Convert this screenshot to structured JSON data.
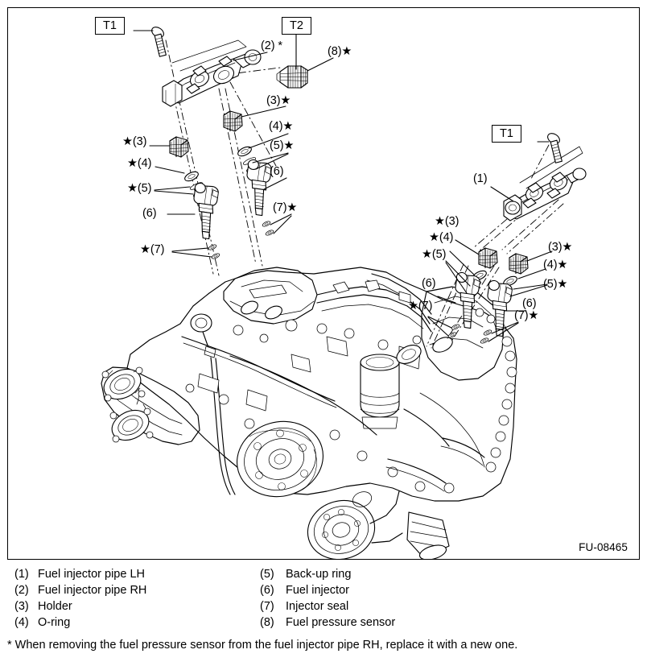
{
  "figure": {
    "id": "FU-08465",
    "toolboxes": [
      {
        "label": "T1",
        "name": "toolbox-t1-left"
      },
      {
        "label": "T2",
        "name": "toolbox-t2"
      },
      {
        "label": "T1",
        "name": "toolbox-t1-right"
      }
    ],
    "callouts": [
      {
        "id": "c2",
        "text": "(2) *",
        "name": "callout-2-fuel-injector-pipe-rh"
      },
      {
        "id": "c8",
        "text": "(8)★",
        "name": "callout-8-fuel-pressure-sensor"
      },
      {
        "id": "c3a",
        "text": "(3)★",
        "name": "callout-3-holder-mid-upper"
      },
      {
        "id": "c4a",
        "text": "(4)★",
        "name": "callout-4-oring-mid"
      },
      {
        "id": "c5a",
        "text": "(5)★",
        "name": "callout-5-backup-ring-mid"
      },
      {
        "id": "c6a",
        "text": "(6)",
        "name": "callout-6-fuel-injector-mid"
      },
      {
        "id": "c7a",
        "text": "(7)★",
        "name": "callout-7-injector-seal-mid"
      },
      {
        "id": "c3b",
        "text": "★(3)",
        "name": "callout-3-holder-left"
      },
      {
        "id": "c4b",
        "text": "★(4)",
        "name": "callout-4-oring-left"
      },
      {
        "id": "c5b",
        "text": "★(5)",
        "name": "callout-5-backup-ring-left"
      },
      {
        "id": "c6b",
        "text": "(6)",
        "name": "callout-6-fuel-injector-left"
      },
      {
        "id": "c7b",
        "text": "★(7)",
        "name": "callout-7-injector-seal-left"
      },
      {
        "id": "c1",
        "text": "(1)",
        "name": "callout-1-fuel-injector-pipe-lh"
      },
      {
        "id": "c3c",
        "text": "★(3)",
        "name": "callout-3-holder-right-inner"
      },
      {
        "id": "c4c",
        "text": "★(4)",
        "name": "callout-4-oring-right-inner"
      },
      {
        "id": "c5c",
        "text": "★(5)",
        "name": "callout-5-backup-ring-right-inner"
      },
      {
        "id": "c6c",
        "text": "(6)",
        "name": "callout-6-fuel-injector-right-inner"
      },
      {
        "id": "c7c",
        "text": "★(7)",
        "name": "callout-7-injector-seal-right-inner"
      },
      {
        "id": "c3d",
        "text": "(3)★",
        "name": "callout-3-holder-right-outer"
      },
      {
        "id": "c4d",
        "text": "(4)★",
        "name": "callout-4-oring-right-outer"
      },
      {
        "id": "c5d",
        "text": "(5)★",
        "name": "callout-5-backup-ring-right-outer"
      },
      {
        "id": "c6d",
        "text": "(6)",
        "name": "callout-6-fuel-injector-right-outer"
      },
      {
        "id": "c7d",
        "text": "(7)★",
        "name": "callout-7-injector-seal-right-outer"
      }
    ]
  },
  "legend": {
    "items": [
      {
        "num": "(1)",
        "label": "Fuel injector pipe LH"
      },
      {
        "num": "(2)",
        "label": "Fuel injector pipe RH"
      },
      {
        "num": "(3)",
        "label": "Holder"
      },
      {
        "num": "(4)",
        "label": "O-ring"
      },
      {
        "num": "(5)",
        "label": "Back-up ring"
      },
      {
        "num": "(6)",
        "label": "Fuel injector"
      },
      {
        "num": "(7)",
        "label": "Injector seal"
      },
      {
        "num": "(8)",
        "label": "Fuel pressure sensor"
      }
    ],
    "note": "* When removing the fuel pressure sensor from the fuel injector pipe RH, replace it with a new one."
  },
  "colors": {
    "line": "#000000",
    "background": "#ffffff",
    "leader": "#1a1a1a"
  }
}
